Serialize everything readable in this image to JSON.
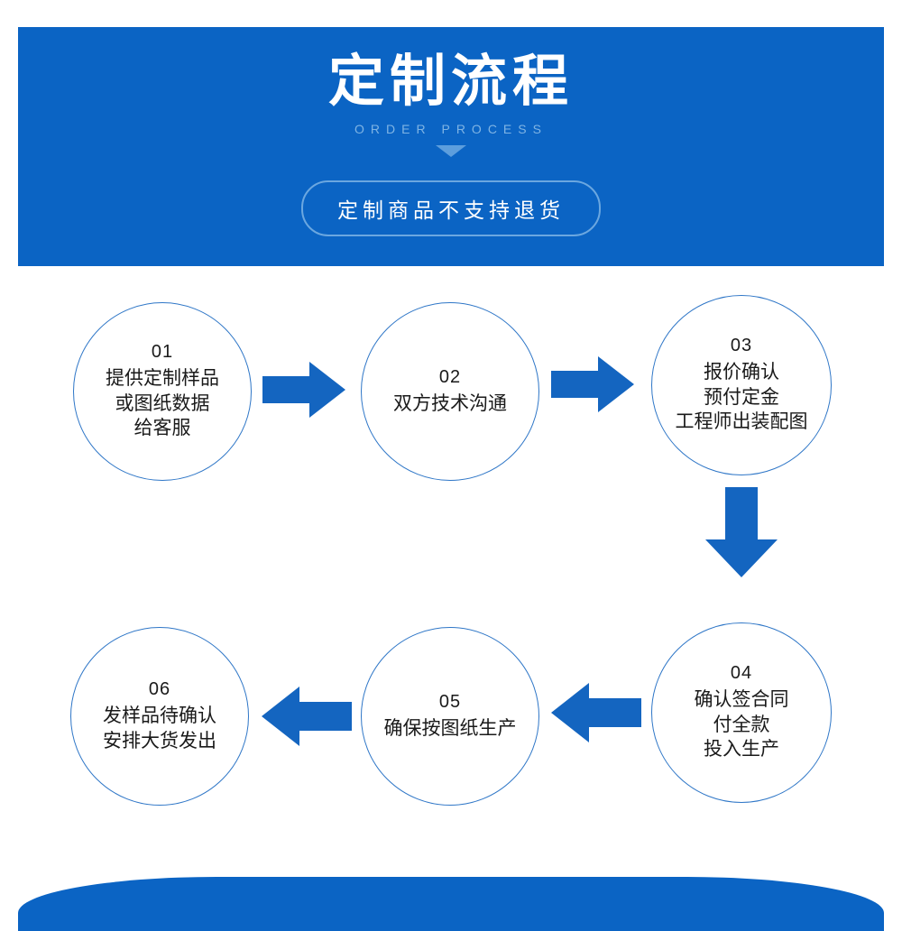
{
  "banner": {
    "title": "定制流程",
    "subtitle": "ORDER PROCESS",
    "pill": "定制商品不支持退货",
    "bg_color": "#0b64c4",
    "subtitle_color": "#7fb4e4"
  },
  "flow": {
    "accent_color": "#1465c0",
    "circle_border_color": "#2e76c7",
    "nodes": [
      {
        "num": "01",
        "lines": [
          "提供定制样品",
          "或图纸数据",
          "给客服"
        ]
      },
      {
        "num": "02",
        "lines": [
          "双方技术沟通"
        ]
      },
      {
        "num": "03",
        "lines": [
          "报价确认",
          "预付定金",
          "工程师出装配图"
        ]
      },
      {
        "num": "04",
        "lines": [
          "确认签合同",
          "付全款",
          "投入生产"
        ]
      },
      {
        "num": "05",
        "lines": [
          "确保按图纸生产"
        ]
      },
      {
        "num": "06",
        "lines": [
          "发样品待确认",
          "安排大货发出"
        ]
      }
    ],
    "arrows": [
      {
        "name": "arrow-01-to-02",
        "direction": "right"
      },
      {
        "name": "arrow-02-to-03",
        "direction": "right"
      },
      {
        "name": "arrow-03-to-04",
        "direction": "down"
      },
      {
        "name": "arrow-04-to-05",
        "direction": "left"
      },
      {
        "name": "arrow-05-to-06",
        "direction": "left"
      }
    ]
  },
  "footer": {
    "bg_color": "#0b64c4"
  }
}
